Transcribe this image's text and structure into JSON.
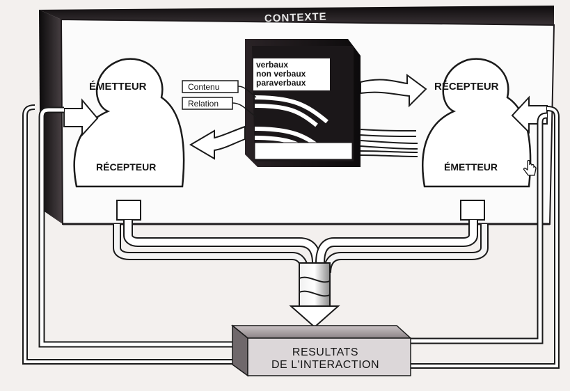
{
  "context_label": "CONTEXTE",
  "left_person": {
    "top_label": "ÉMETTEUR",
    "bottom_label": "RÉCEPTEUR"
  },
  "right_person": {
    "top_label": "RÉCEPTEUR",
    "bottom_label": "ÉMETTEUR"
  },
  "message_tags": {
    "content": "Contenu",
    "relation": "Relation"
  },
  "channel_box": {
    "lines": [
      "verbaux",
      "non verbaux",
      "paraverbaux"
    ]
  },
  "result_box": {
    "line1": "RESULTATS",
    "line2": "DE L'INTERACTION"
  },
  "colors": {
    "frame": "#1e1a1c",
    "frame_front": "#fbfbfb",
    "ink": "#151515",
    "paper": "#f3f0ee"
  }
}
